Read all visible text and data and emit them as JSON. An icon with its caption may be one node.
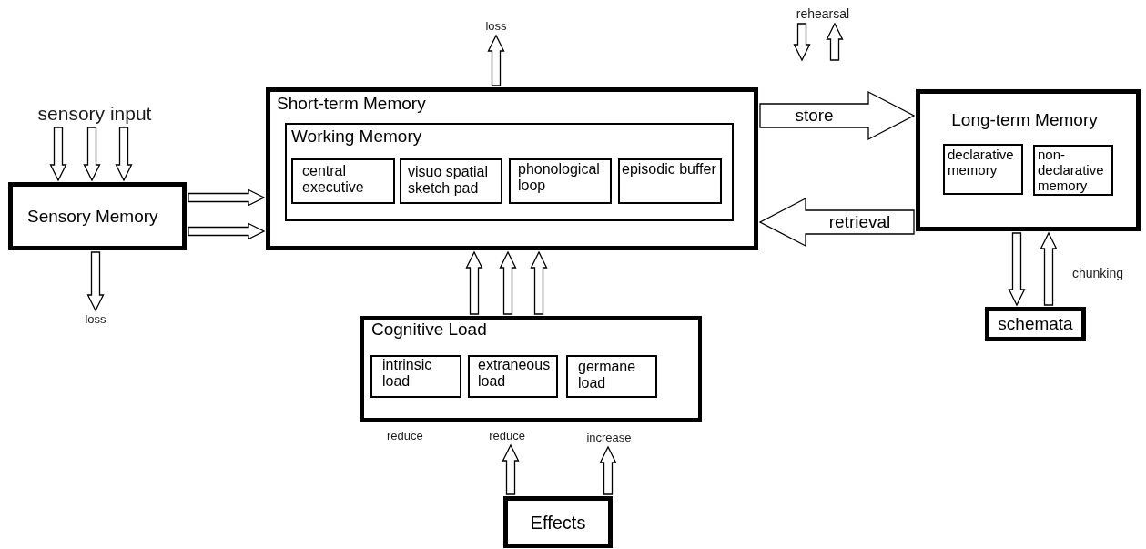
{
  "diagram": {
    "nodes": [
      {
        "text": [
          "sensory input"
        ]
      },
      {
        "text": [
          "Sensory Memory"
        ]
      },
      {
        "text": [
          "loss"
        ]
      },
      {
        "text": [
          "loss"
        ]
      },
      {
        "text": [
          "Short-term Memory"
        ]
      },
      {
        "text": [
          "Working Memory"
        ],
        "in": 4
      },
      {
        "text": [
          "central executive"
        ],
        "in": 5
      },
      {
        "text": [
          "visuo spatial sketch pad"
        ],
        "in": 5
      },
      {
        "text": [
          "phonological loop"
        ],
        "in": 5
      },
      {
        "text": [
          "episodic buffer"
        ],
        "in": 5
      },
      {
        "text": [
          "rehearsal"
        ]
      },
      {
        "text": [
          "Long-term Memory"
        ]
      },
      {
        "text": [
          "declarative memory"
        ],
        "in": 11
      },
      {
        "text": [
          "non-declarative memory"
        ],
        "in": 11
      },
      {
        "text": [
          "schemata"
        ]
      },
      {
        "text": [
          "Cognitive Load"
        ]
      },
      {
        "text": [
          "intrinsic load"
        ],
        "in": 15
      },
      {
        "text": [
          "extraneous load"
        ],
        "in": 15
      },
      {
        "text": [
          "germane load"
        ],
        "in": 15
      },
      {
        "text": [
          "reduce"
        ]
      },
      {
        "text": [
          "increase"
        ]
      },
      {
        "text": [
          "Effects"
        ]
      }
    ],
    "edges": [
      {
        "from": 0,
        "to": 1,
        "arrow": "to"
      },
      {
        "from": 0,
        "to": 1,
        "arrow": "to"
      },
      {
        "from": 0,
        "to": 1,
        "arrow": "to"
      },
      {
        "from": 1,
        "to": 4,
        "arrow": "to"
      },
      {
        "from": 1,
        "to": 4,
        "arrow": "to"
      },
      {
        "from": 1,
        "to": 2,
        "arrow": "to"
      },
      {
        "from": 4,
        "to": 3,
        "arrow": "to"
      },
      {
        "from": 10,
        "to": null,
        "arrow": "to"
      },
      {
        "from": null,
        "to": 10,
        "arrow": "to"
      },
      {
        "from": 4,
        "to": 11,
        "arrow": "to",
        "label": "store",
        "style": "thick"
      },
      {
        "from": 11,
        "to": 4,
        "arrow": "to",
        "label": "retrieval",
        "style": "thick"
      },
      {
        "from": 11,
        "to": 14,
        "arrow": "to"
      },
      {
        "from": 14,
        "to": 11,
        "arrow": "to",
        "label": "chunking"
      },
      {
        "from": 15,
        "to": 4,
        "arrow": "to"
      },
      {
        "from": 15,
        "to": 4,
        "arrow": "to"
      },
      {
        "from": 15,
        "to": 4,
        "arrow": "to"
      },
      {
        "from": 21,
        "to": 19,
        "arrow": "to"
      },
      {
        "from": 21,
        "to": 20,
        "arrow": "to"
      }
    ],
    "labels": [
      "reduce"
    ]
  }
}
